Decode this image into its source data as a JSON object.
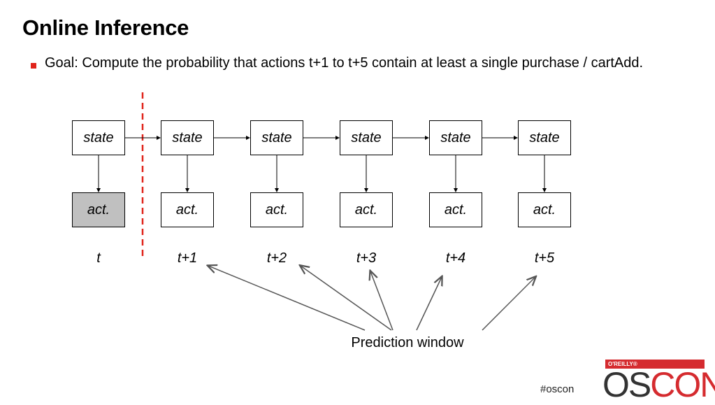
{
  "slide": {
    "title": "Online Inference",
    "goal": "Goal: Compute the probability that actions t+1 to t+5 contain at least a single purchase / cartAdd."
  },
  "diagram": {
    "state_label": "state",
    "action_label": "act.",
    "time_labels": [
      "t",
      "t+1",
      "t+2",
      "t+3",
      "t+4",
      "t+5"
    ],
    "prediction_window_label": "Prediction window",
    "highlighted_action_index": 0,
    "colors": {
      "divider": "#e0241b",
      "highlight": "#c0c0c0",
      "arrow": "#555555"
    }
  },
  "footer": {
    "hashtag": "#oscon",
    "logo_top": "O'REILLY®",
    "logo_text_dark": "OS",
    "logo_text_red": "CON"
  }
}
